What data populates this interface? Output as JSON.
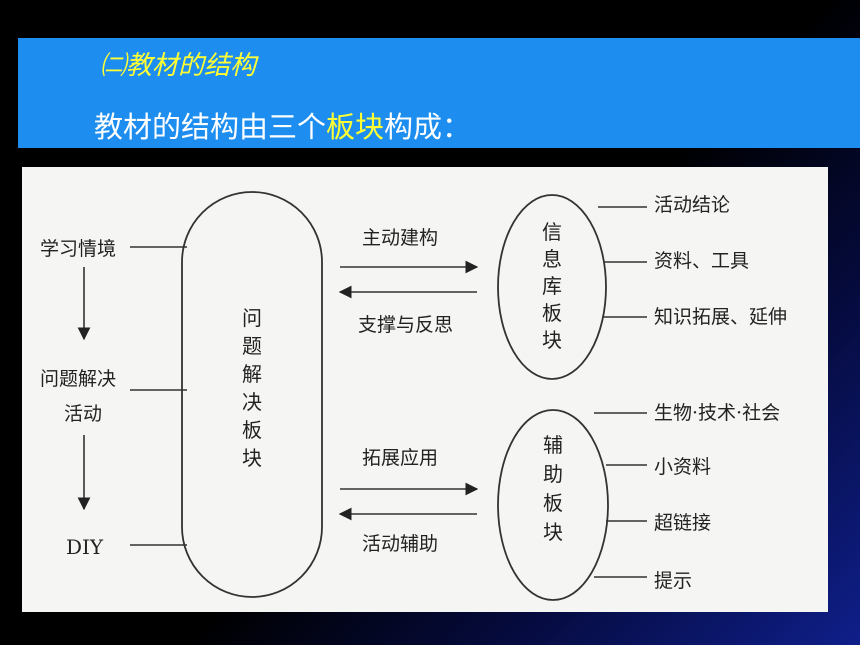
{
  "slide": {
    "section_title": "㈡教材的结构",
    "intro": {
      "before": "教材的结构由三个",
      "highlight": "板块",
      "after": "构成："
    }
  },
  "diagram": {
    "left_flow": [
      "学习情境",
      "问题解决",
      "活动",
      "DIY"
    ],
    "main_block": [
      "问",
      "题",
      "解",
      "决",
      "板",
      "块"
    ],
    "info_block": [
      "信",
      "息",
      "库",
      "板",
      "块"
    ],
    "aux_block": [
      "辅",
      "助",
      "板",
      "块"
    ],
    "upper_arrows": {
      "top": "主动建构",
      "bottom": "支撑与反思"
    },
    "lower_arrows": {
      "top": "拓展应用",
      "bottom": "活动辅助"
    },
    "info_items": [
      "活动结论",
      "资料、工具",
      "知识拓展、延伸"
    ],
    "aux_items": [
      "生物·技术·社会",
      "小资料",
      "超链接",
      "提示"
    ]
  }
}
